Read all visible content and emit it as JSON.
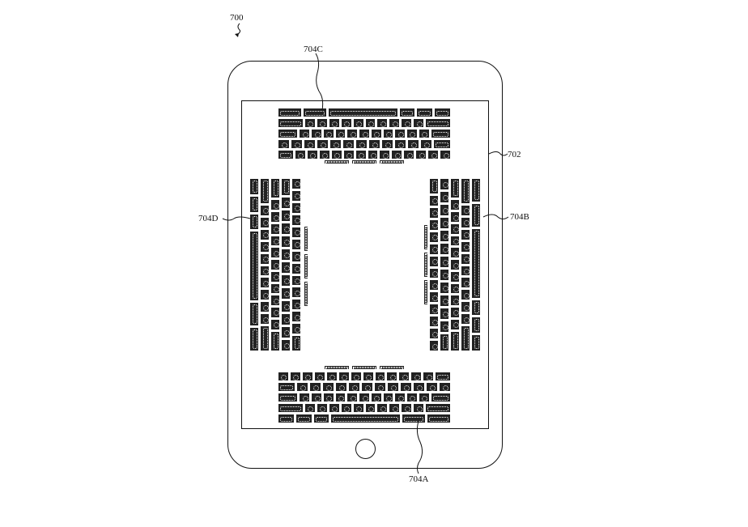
{
  "figure": {
    "reference": "700",
    "device_label": "702",
    "keyboards": [
      {
        "id": "704A",
        "orientation": "bottom",
        "label": "704A"
      },
      {
        "id": "704B",
        "orientation": "right",
        "label": "704B"
      },
      {
        "id": "704C",
        "orientation": "top",
        "label": "704C"
      },
      {
        "id": "704D",
        "orientation": "left",
        "label": "704D"
      }
    ]
  },
  "colors": {
    "line": "#111111",
    "key_fill": "#222222",
    "background": "#ffffff"
  }
}
